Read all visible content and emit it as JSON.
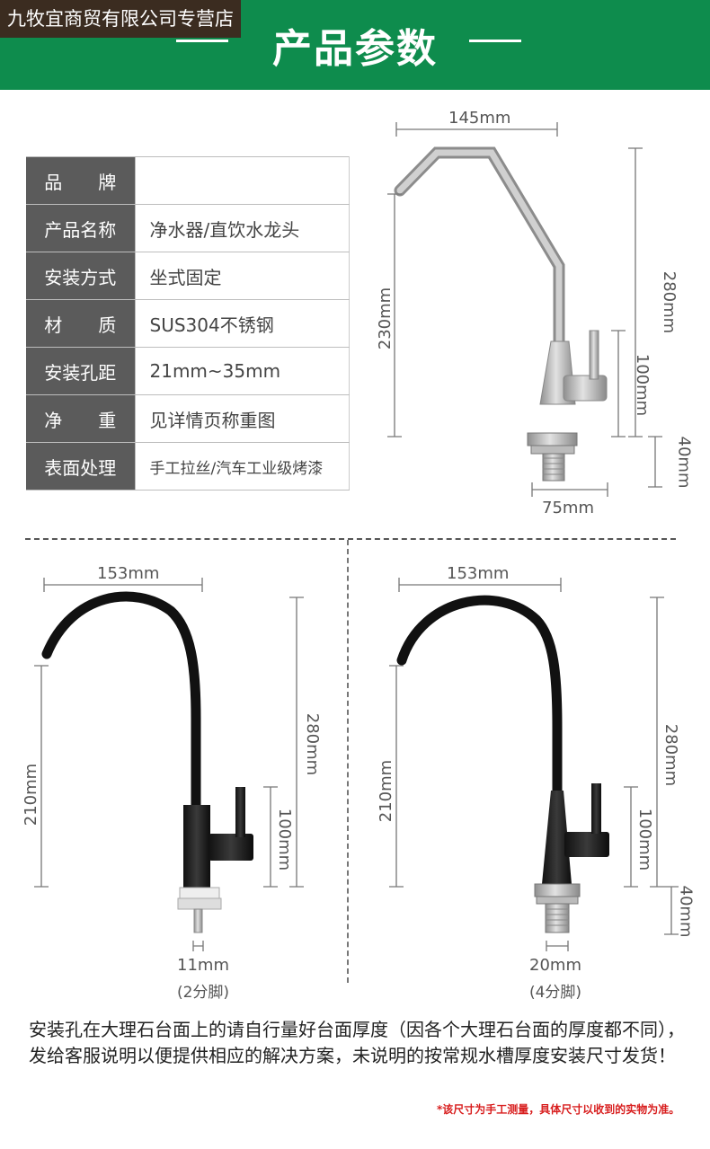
{
  "store_name": "九牧宜商贸有限公司专营店",
  "section_title": "产品参数",
  "spec_table": [
    {
      "label": "品　　牌",
      "value": ""
    },
    {
      "label": "产品名称",
      "value": "净水器/直饮水龙头"
    },
    {
      "label": "安装方式",
      "value": "坐式固定"
    },
    {
      "label": "材　　质",
      "value": "SUS304不锈钢"
    },
    {
      "label": "安装孔距",
      "value": "21mm~35mm"
    },
    {
      "label": "净　　重",
      "value": "见详情页称重图"
    },
    {
      "label": "表面处理",
      "value": "手工拉丝/汽车工业级烤漆"
    }
  ],
  "steel_faucet": {
    "width": "145mm",
    "height": "230mm",
    "total_height": "280mm",
    "handle_height": "100mm",
    "thread_length": "40mm",
    "base_width": "75mm"
  },
  "black_faucet_left": {
    "width": "153mm",
    "height": "210mm",
    "total_height": "280mm",
    "handle_height": "100mm",
    "foot_size": "11mm",
    "foot_type": "(2分脚)"
  },
  "black_faucet_right": {
    "width": "153mm",
    "height": "210mm",
    "total_height": "280mm",
    "handle_height": "100mm",
    "thread_length": "40mm",
    "foot_size": "20mm",
    "foot_type": "(4分脚)"
  },
  "notice": "安装孔在大理石台面上的请自行量好台面厚度（因各个大理石台面的厚度都不同），发给客服说明以便提供相应的解决方案，未说明的按常规水槽厚度安装尺寸发货！",
  "footnote": "*该尺寸为手工测量，具体尺寸以收到的实物为准。",
  "colors": {
    "header_green": "#0e8c4d",
    "table_label_bg": "#5b5b5b",
    "footnote_red": "#d81e1e"
  }
}
